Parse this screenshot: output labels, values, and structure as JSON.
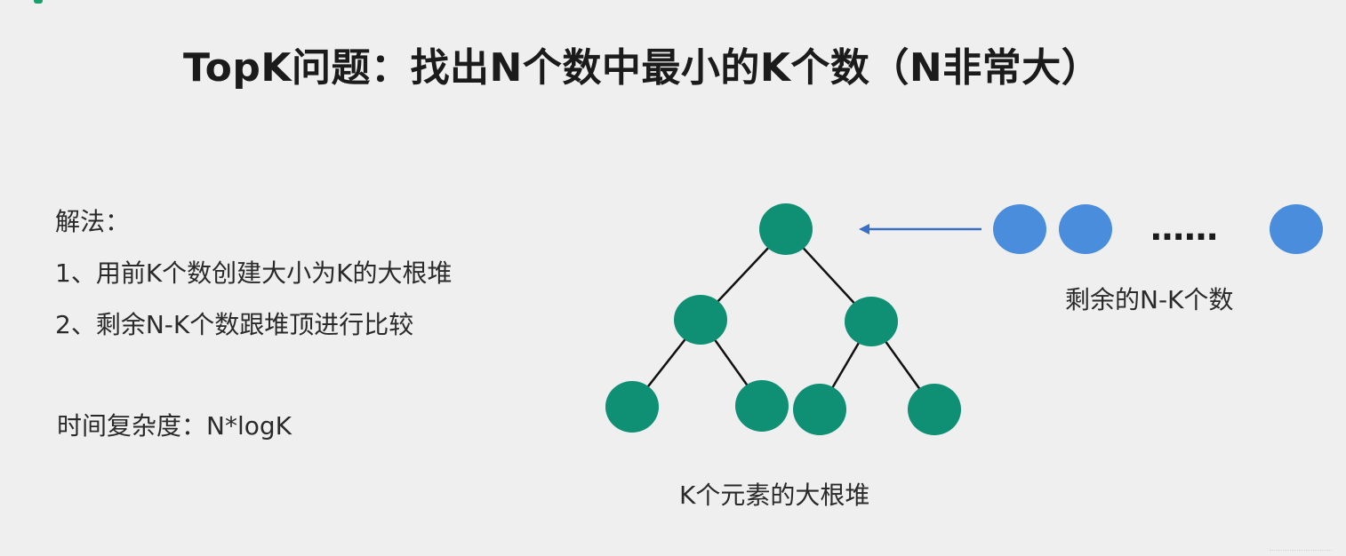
{
  "title": "TopK问题：找出N个数中最小的K个数（N非常大）",
  "method": {
    "heading": "解法：",
    "steps": [
      "1、用前K个数创建大小为K的大根堆",
      "2、剩余N-K个数跟堆顶进行比较"
    ]
  },
  "complexity": "时间复杂度：N*logK",
  "heap_diagram": {
    "caption": "K个元素的大根堆",
    "node_color": "#0f8f73",
    "edge_color": "#111111",
    "nodes": [
      {
        "id": "root",
        "level": 0
      },
      {
        "id": "left",
        "level": 1
      },
      {
        "id": "right",
        "level": 1
      },
      {
        "id": "left-left",
        "level": 2
      },
      {
        "id": "left-right",
        "level": 2
      },
      {
        "id": "right-left",
        "level": 2
      },
      {
        "id": "right-right",
        "level": 2
      }
    ],
    "edges": [
      [
        "root",
        "left"
      ],
      [
        "root",
        "right"
      ],
      [
        "left",
        "left-left"
      ],
      [
        "left",
        "left-right"
      ],
      [
        "right",
        "right-left"
      ],
      [
        "right",
        "right-right"
      ]
    ]
  },
  "remaining_numbers": {
    "caption": "剩余的N-K个数",
    "node_color": "#4a8ddc",
    "arrow_color": "#3a6fc4",
    "ellipsis": "……"
  }
}
